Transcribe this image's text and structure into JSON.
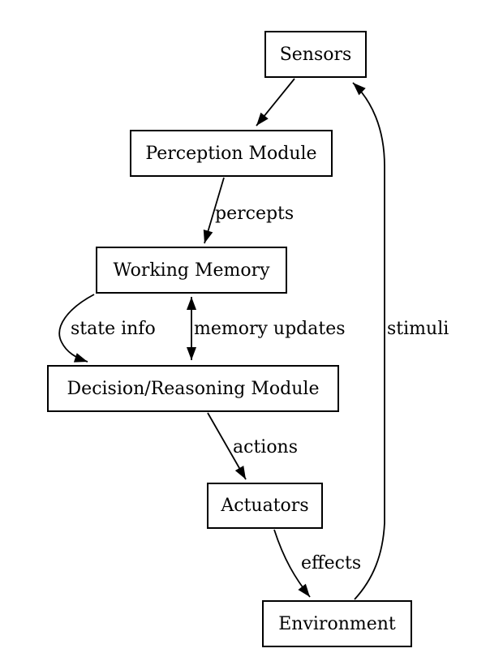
{
  "diagram": {
    "description": "Agent architecture flow diagram",
    "colors": {
      "background": "#ffffff",
      "node_fill": "#ffffff",
      "stroke": "#000000",
      "text": "#000000"
    },
    "nodes": {
      "sensors": {
        "label": "Sensors"
      },
      "perception": {
        "label": "Perception Module"
      },
      "working_memory": {
        "label": "Working Memory"
      },
      "decision": {
        "label": "Decision/Reasoning Module"
      },
      "actuators": {
        "label": "Actuators"
      },
      "environment": {
        "label": "Environment"
      }
    },
    "edges": {
      "sensors_to_perception": {
        "label": ""
      },
      "perception_to_working_memory": {
        "label": "percepts"
      },
      "working_memory_to_decision_state": {
        "label": "state info"
      },
      "working_memory_decision_bidirectional": {
        "label": "memory updates"
      },
      "decision_to_actuators": {
        "label": "actions"
      },
      "actuators_to_environment": {
        "label": "effects"
      },
      "environment_to_sensors": {
        "label": "stimuli"
      }
    }
  }
}
